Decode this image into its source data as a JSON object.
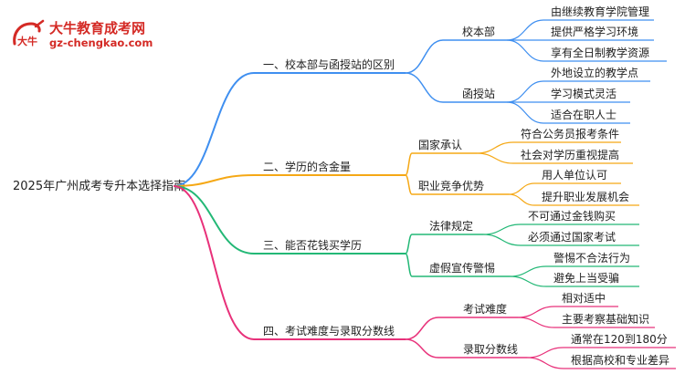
{
  "logo": {
    "title": "大牛教育成考网",
    "url": "gz-chengkao.com",
    "mark_text": "大牛",
    "brand_color": "#d42a25"
  },
  "mindmap": {
    "root": "2025年广州成考专升本选择指南",
    "branches": [
      {
        "label": "一、校本部与函授站的区别",
        "color": "#3f8ff0",
        "children": [
          {
            "label": "校本部",
            "children": [
              "由继续教育学院管理",
              "提供严格学习环境",
              "享有全日制教学资源"
            ]
          },
          {
            "label": "函授站",
            "children": [
              "外地设立的教学点",
              "学习模式灵活",
              "适合在职人士"
            ]
          }
        ]
      },
      {
        "label": "二、学历的含金量",
        "color": "#f5a815",
        "children": [
          {
            "label": "国家承认",
            "children": [
              "符合公务员报考条件",
              "社会对学历重视提高"
            ]
          },
          {
            "label": "职业竞争优势",
            "children": [
              "用人单位认可",
              "提升职业发展机会"
            ]
          }
        ]
      },
      {
        "label": "三、能否花钱买学历",
        "color": "#23b876",
        "children": [
          {
            "label": "法律规定",
            "children": [
              "不可通过金钱购买",
              "必须通过国家考试"
            ]
          },
          {
            "label": "虚假宣传警惕",
            "children": [
              "警惕不合法行为",
              "避免上当受骗"
            ]
          }
        ]
      },
      {
        "label": "四、考试难度与录取分数线",
        "color": "#e8317a",
        "children": [
          {
            "label": "考试难度",
            "children": [
              "相对适中",
              "主要考察基础知识"
            ]
          },
          {
            "label": "录取分数线",
            "children": [
              "通常在120到180分",
              "根据高校和专业差异"
            ]
          }
        ]
      }
    ]
  }
}
